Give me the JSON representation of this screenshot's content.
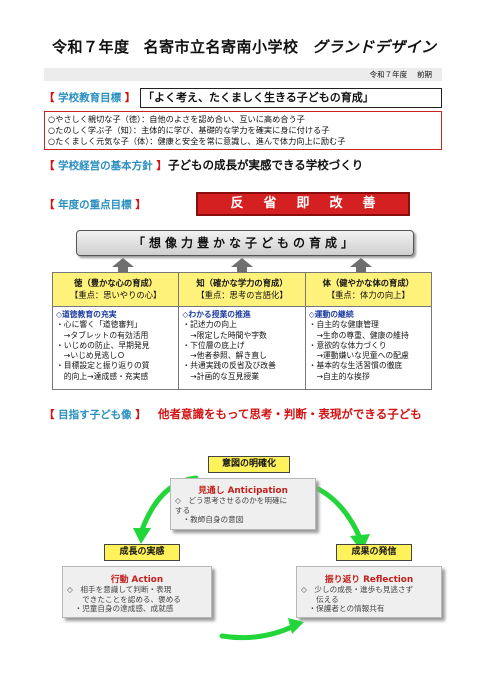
{
  "header": {
    "title_part1": "令和７年度",
    "title_part2": "名寄市立名寄南小学校",
    "title_part3": "グランドデザイン",
    "period": "令和７年度　 前期"
  },
  "education_goal": {
    "label": "学校教育目標",
    "text": "「よく考え、たくましく生きる子どもの育成」",
    "aims": [
      "○やさしく親切な子（徳）：自他のよさを認め合い、互いに高め合う子",
      "○たのしく学ぶ子（知）：主体的に学び、基礎的な学力を確実に身に付ける子",
      "○たくましく元気な子（体）：健康と安全を常に意識し、進んで体力向上に励む子"
    ]
  },
  "management_policy": {
    "label": "学校経営の基本方針",
    "text": "子どもの成長が実感できる学校づくり"
  },
  "focus": {
    "label": "年度の重点目標",
    "banner": "反省即改善",
    "goal": "「想像力豊かな子どもの育成」"
  },
  "pillars": [
    {
      "name": "徳（豊かな心の育成）",
      "focus": "【重点：思いやりの心】",
      "heading": "◇道徳教育の充実",
      "lines": [
        "・心に響く「道徳審判」",
        "　→タブレットの有効活用",
        "・いじめの防止、早期発見",
        "　→いじめ見逃しＯ",
        "・目標設定と振り返りの質",
        "　的向上→達成感・充実感"
      ]
    },
    {
      "name": "知（確かな学力の育成）",
      "focus": "【重点：思考の言語化】",
      "heading": "◇わかる授業の推進",
      "lines": [
        "・記述力の向上",
        "　→限定した時間や字数",
        "・下位層の底上げ",
        "　→他者参照、解き直し",
        "・共通実践の反省及び改善",
        "　→計画的な互見授業"
      ]
    },
    {
      "name": "体（健やかな体の育成）",
      "focus": "【重点：体力の向上】",
      "heading": "◇運動の継続",
      "lines": [
        "・自主的な健康管理",
        "　→生命の尊重、健康の維持",
        "・意欲的な体力づくり",
        "　→運動嫌いな児童への配慮",
        "・基本的な生活習慣の徹底",
        "　→自主的な挨拶"
      ]
    }
  ],
  "ideal_child": {
    "label": "目指す子ども像",
    "text": "他者意識をもって思考・判断・表現ができる子ども"
  },
  "cycle": {
    "top_label": "意図の明確化",
    "left_label": "成長の実感",
    "right_label": "成果の発信",
    "anticipation": {
      "title": "見通し Anticipation",
      "lines": [
        "◇　どう思考させるのかを明確に",
        "する",
        "　・教師自身の意図"
      ]
    },
    "action": {
      "title": "行動 Action",
      "lines": [
        "◇　相手を意識して判断・表現",
        "　　できたことを認める、褒める",
        "　・児童自身の達成感、成就感"
      ]
    },
    "reflection": {
      "title": "振り返り Reflection",
      "lines": [
        "◇　少しの成長・進歩も見逃さず",
        "　　伝える",
        "　・保護者との情報共有"
      ]
    }
  },
  "colors": {
    "section_label": "#2a8fc0",
    "bracket": "#d21414",
    "ideal_text": "#d21414",
    "banner_red": "#d42020",
    "pillar_head": "#fff27a",
    "cycle_label": "#fff25a",
    "cycle_arrow": "#22d63a"
  }
}
